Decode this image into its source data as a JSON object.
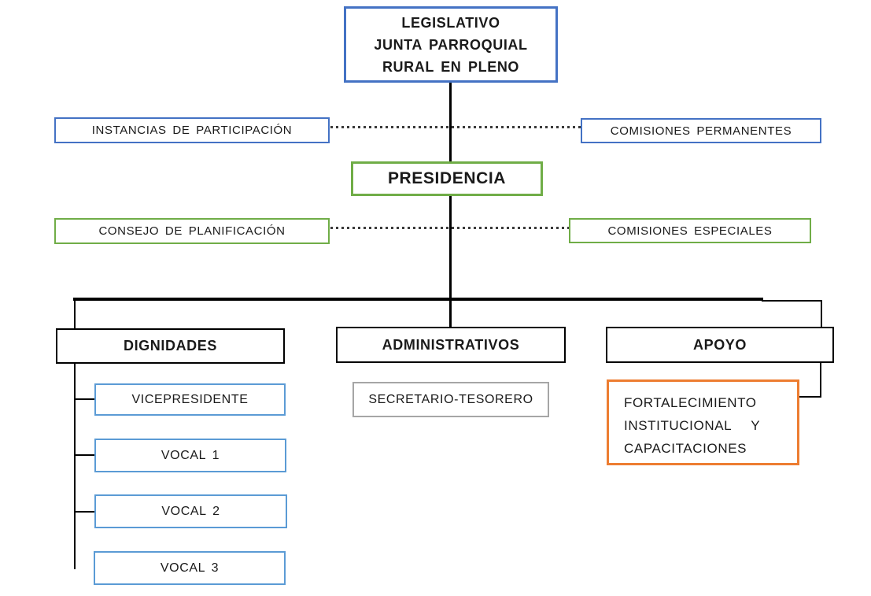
{
  "diagram": {
    "type": "org-chart",
    "language": "es"
  },
  "colors": {
    "blue": "#4472C4",
    "light_blue": "#5B9BD5",
    "green": "#70AD47",
    "orange": "#ED7D31",
    "gray": "#A6A6A6",
    "black": "#000000",
    "background": "#FFFFFF"
  },
  "nodes": {
    "legislativo": {
      "lines": [
        "LEGISLATIVO",
        "JUNTA PARROQUIAL",
        "RURAL EN PLENO"
      ],
      "border_color": "#4472C4"
    },
    "instancias": {
      "label": "INSTANCIAS DE PARTICIPACIÓN",
      "border_color": "#4472C4"
    },
    "comisiones_permanentes": {
      "label": "COMISIONES PERMANENTES",
      "border_color": "#4472C4"
    },
    "presidencia": {
      "label": "PRESIDENCIA",
      "border_color": "#70AD47"
    },
    "consejo_planificacion": {
      "label": "CONSEJO DE PLANIFICACIÓN",
      "border_color": "#70AD47"
    },
    "comisiones_especiales": {
      "label": "COMISIONES ESPECIALES",
      "border_color": "#70AD47"
    },
    "dignidades": {
      "label": "DIGNIDADES",
      "border_color": "#000000"
    },
    "administrativos": {
      "label": "ADMINISTRATIVOS",
      "border_color": "#000000"
    },
    "apoyo": {
      "label": "APOYO",
      "border_color": "#000000"
    },
    "vicepresidente": {
      "label": "VICEPRESIDENTE",
      "border_color": "#5B9BD5"
    },
    "vocal_1": {
      "label": "VOCAL 1",
      "border_color": "#5B9BD5"
    },
    "vocal_2": {
      "label": "VOCAL 2",
      "border_color": "#5B9BD5"
    },
    "vocal_3": {
      "label": "VOCAL 3",
      "border_color": "#5B9BD5"
    },
    "secretario_tesorero": {
      "label": "SECRETARIO-TESORERO",
      "border_color": "#A6A6A6"
    },
    "fortalecimiento": {
      "lines": [
        "FORTALECIMIENTO",
        "INSTITUCIONAL   Y",
        "CAPACITACIONES"
      ],
      "border_color": "#ED7D31"
    }
  },
  "edges": [
    {
      "from": "legislativo",
      "to": "presidencia",
      "style": "solid"
    },
    {
      "from": "instancias",
      "to": "comisiones_permanentes",
      "style": "dotted"
    },
    {
      "from": "consejo_planificacion",
      "to": "comisiones_especiales",
      "style": "dotted"
    },
    {
      "from": "presidencia",
      "to": "dignidades",
      "style": "solid"
    },
    {
      "from": "presidencia",
      "to": "administrativos",
      "style": "solid"
    },
    {
      "from": "presidencia",
      "to": "apoyo",
      "style": "solid"
    },
    {
      "from": "dignidades",
      "to": "vicepresidente",
      "style": "solid"
    },
    {
      "from": "dignidades",
      "to": "vocal_1",
      "style": "solid"
    },
    {
      "from": "dignidades",
      "to": "vocal_2",
      "style": "solid"
    },
    {
      "from": "dignidades",
      "to": "vocal_3",
      "style": "solid"
    },
    {
      "from": "apoyo",
      "to": "fortalecimiento",
      "style": "solid"
    }
  ]
}
